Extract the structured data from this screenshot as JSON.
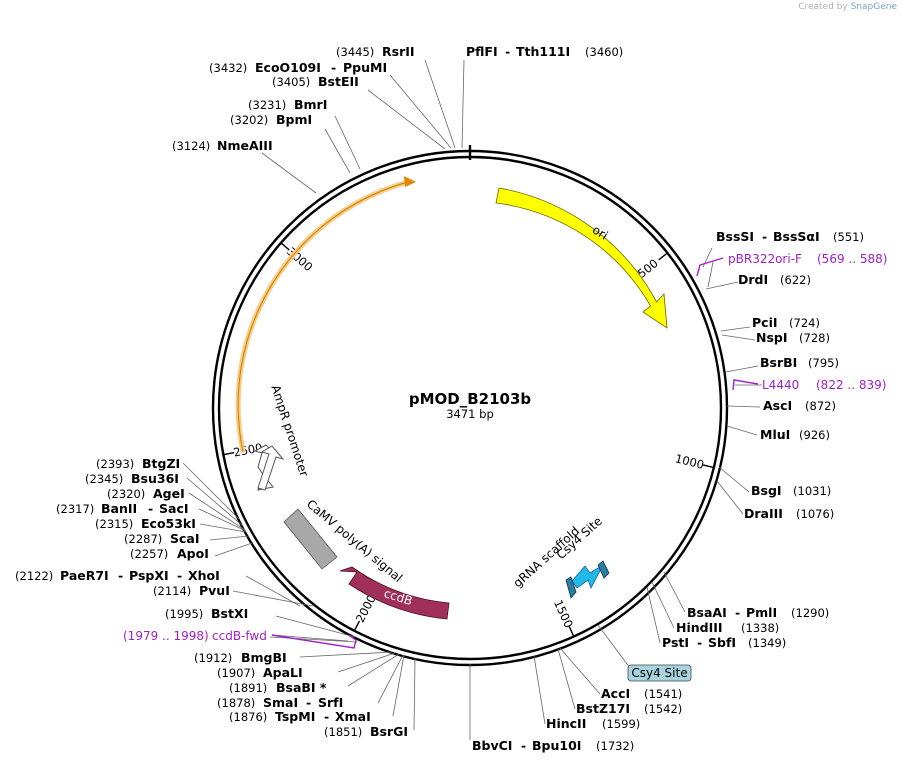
{
  "credit": {
    "prefix": "Created by",
    "brand": "SnapGene"
  },
  "plasmid": {
    "name": "pMOD_B2103b",
    "size": 3471,
    "size_label": "3471 bp"
  },
  "ticks": [
    500,
    1000,
    1500,
    2000,
    2500,
    3000
  ],
  "colors": {
    "ori": "#ffff00",
    "ampr": "#ffc87c",
    "ccdB": "#a0305a",
    "polyA": "#a8a8a8",
    "csy4": "#22b8e8",
    "grna": "#2c7da0",
    "primer": "#a020c8",
    "site_box": "#a8d4e0"
  },
  "features": [
    {
      "key": "ori",
      "label": "ori",
      "start": 100,
      "end": 687,
      "strand": 1
    },
    {
      "key": "ampr",
      "label": "",
      "start": 2550,
      "end": 3400,
      "strand": 1
    },
    {
      "key": "ccdB",
      "label": "ccdB",
      "start": 1620,
      "end": 1920,
      "strand": -1
    },
    {
      "key": "polyA",
      "label": "CaMV poly(A) signal",
      "start": 2020,
      "end": 2230,
      "strand": 0
    },
    {
      "key": "ampr_promoter",
      "label": "AmpR promoter",
      "start": 2380,
      "end": 2485,
      "strand": -1
    },
    {
      "key": "csy4",
      "label": "Csy4 Site",
      "start": 1372,
      "end": 1432,
      "strand": 1
    },
    {
      "key": "grna",
      "label": "gRNA scaffold",
      "start": 1440,
      "end": 1470,
      "strand": -1
    }
  ],
  "sites": [
    {
      "name": "BssSI",
      "name2": "BssSαI",
      "pos": "551"
    },
    {
      "name": "DrdI",
      "pos": "622"
    },
    {
      "name": "PciI",
      "pos": "724"
    },
    {
      "name": "NspI",
      "pos": "728"
    },
    {
      "name": "BsrBI",
      "pos": "795"
    },
    {
      "name": "AscI",
      "pos": "872"
    },
    {
      "name": "MluI",
      "pos": "926"
    },
    {
      "name": "BsgI",
      "pos": "1031"
    },
    {
      "name": "DraIII",
      "pos": "1076"
    },
    {
      "name": "BsaAI",
      "name2": "PmlI",
      "pos": "1290"
    },
    {
      "name": "HindIII",
      "pos": "1338"
    },
    {
      "name": "PstI",
      "name2": "SbfI",
      "pos": "1349"
    },
    {
      "name": "AccI",
      "pos": "1541"
    },
    {
      "name": "BstZ17I",
      "pos": "1542"
    },
    {
      "name": "HincII",
      "pos": "1599"
    },
    {
      "name": "BbvCI",
      "name2": "Bpu10I",
      "pos": "1732"
    },
    {
      "name": "BsrGI",
      "pos": "1851"
    },
    {
      "name": "TspMI",
      "name2": "XmaI",
      "pos": "1876"
    },
    {
      "name": "SmaI",
      "name2": "SrfI",
      "pos": "1878"
    },
    {
      "name": "BsaBI *",
      "pos": "1891"
    },
    {
      "name": "ApaLI",
      "pos": "1907"
    },
    {
      "name": "BmgBI",
      "pos": "1912"
    },
    {
      "name": "BstXI",
      "pos": "1995"
    },
    {
      "name": "PvuI",
      "pos": "2114"
    },
    {
      "name": "PaeR7I",
      "name2": "PspXI",
      "name3": "XhoI",
      "pos": "2122"
    },
    {
      "name": "ApoI",
      "pos": "2257"
    },
    {
      "name": "ScaI",
      "pos": "2287"
    },
    {
      "name": "Eco53kI",
      "pos": "2315"
    },
    {
      "name": "BanII",
      "name2": "SacI",
      "pos": "2317"
    },
    {
      "name": "AgeI",
      "pos": "2320"
    },
    {
      "name": "Bsu36I",
      "pos": "2345"
    },
    {
      "name": "BtgZI",
      "pos": "2393"
    },
    {
      "name": "NmeAIII",
      "pos": "3124"
    },
    {
      "name": "BpmI",
      "pos": "3202"
    },
    {
      "name": "BmrI",
      "pos": "3231"
    },
    {
      "name": "BstEII",
      "pos": "3405"
    },
    {
      "name": "EcoO109I",
      "name2": "PpuMI",
      "pos": "3432"
    },
    {
      "name": "RsrII",
      "pos": "3445"
    },
    {
      "name": "PflFI",
      "name2": "Tth111I",
      "pos": "3460"
    }
  ],
  "primers": [
    {
      "name": "pBR322ori-F",
      "range": "(569 .. 588)"
    },
    {
      "name": "L4440",
      "range": "(822 .. 839)"
    },
    {
      "name": "ccdB-fwd",
      "range": "(1979 .. 1998)"
    }
  ],
  "site_box": {
    "label": "Csy4 Site"
  }
}
